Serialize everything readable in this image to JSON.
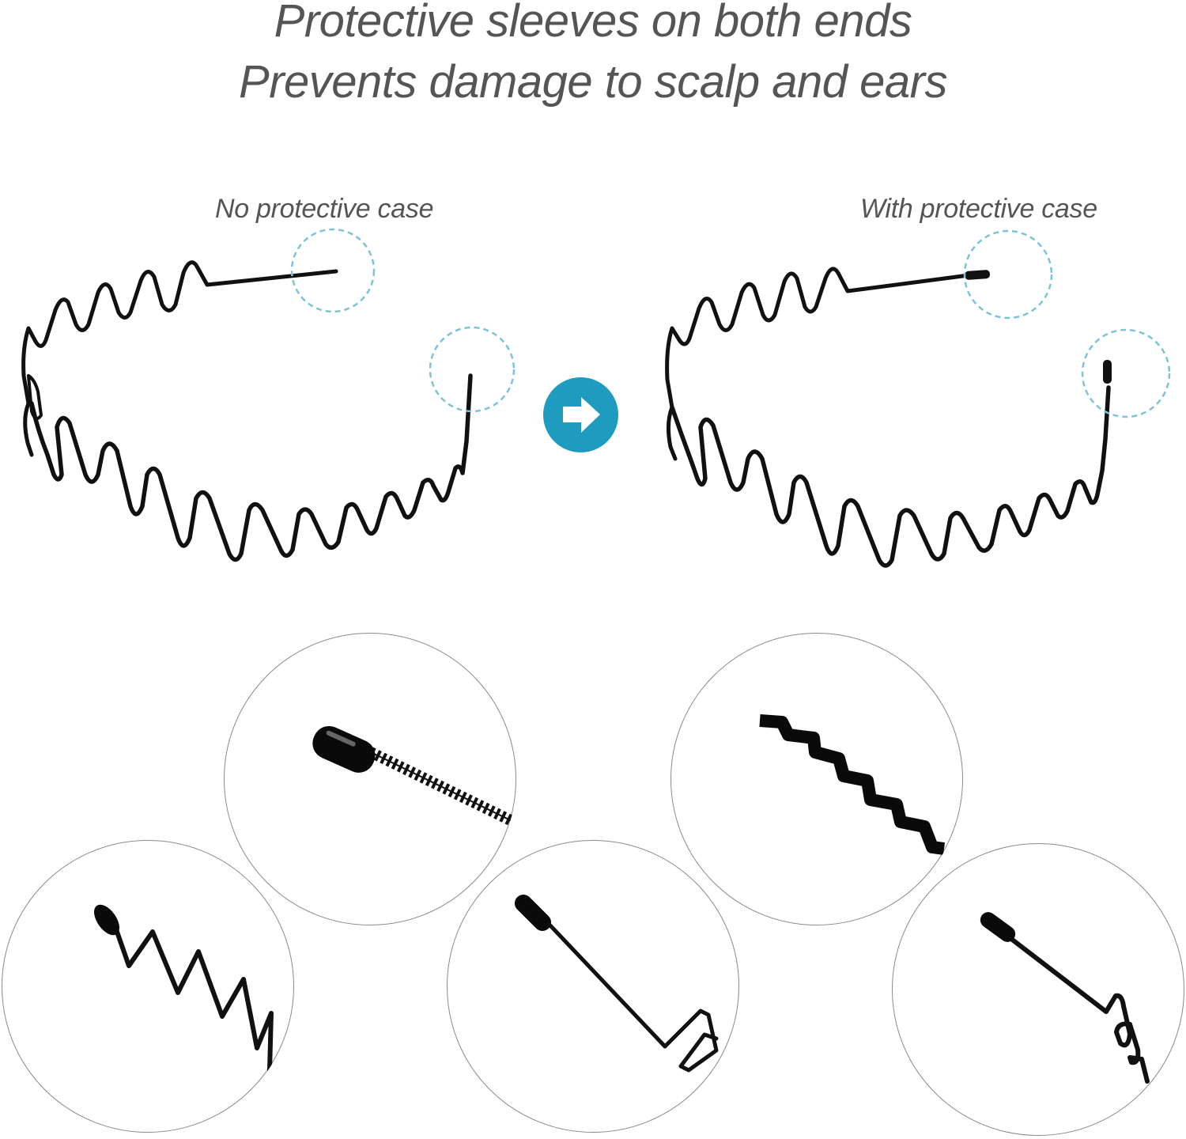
{
  "header": {
    "line1": "Protective sleeves on both ends",
    "line2": "Prevents damage to scalp and ears"
  },
  "comparison": {
    "left_caption": "No protective case",
    "right_caption": "With protective case",
    "arrow_icon": "arrow-right-circle-icon"
  },
  "colors": {
    "text": "#555555",
    "accent": "#1f9bbf",
    "dashed_circle": "#7ec3d6",
    "wire": "#111111",
    "detail_border": "#8a8a8a"
  },
  "detail_views": [
    {
      "id": "spring-sleeve-end"
    },
    {
      "id": "flat-wave-end"
    },
    {
      "id": "zigzag-capped-end"
    },
    {
      "id": "straight-capped-end-hook"
    },
    {
      "id": "straight-capped-end-wave"
    }
  ]
}
